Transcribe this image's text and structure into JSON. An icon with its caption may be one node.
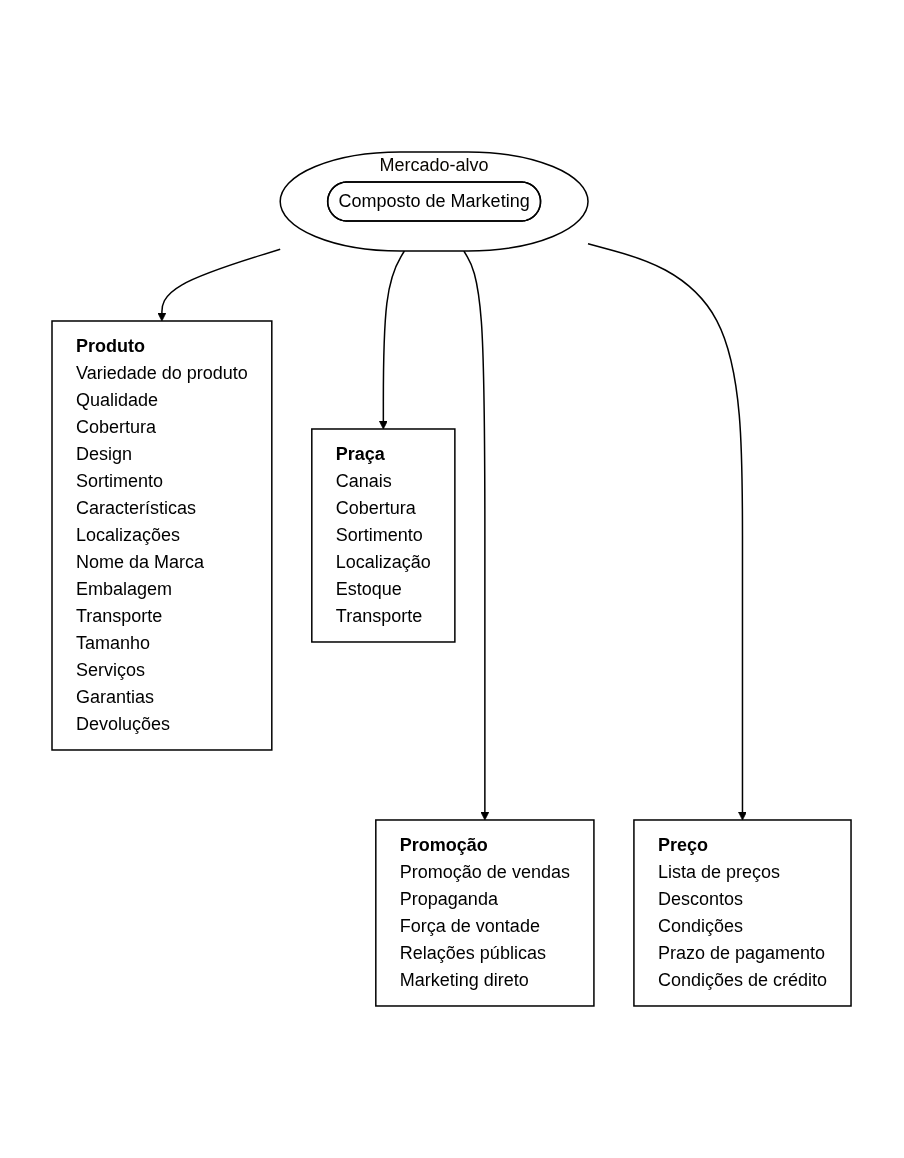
{
  "diagram": {
    "nodes": [
      {
        "text": [
          "Mercado-alvo"
        ]
      },
      {
        "text": [
          "Composto de Marketing"
        ],
        "in": 0
      },
      {
        "text": [
          "Produto",
          "Variedade do produto",
          "Qualidade",
          "Cobertura",
          "Design",
          "Sortimento",
          "Características",
          "Localizações",
          "Nome da Marca",
          "Embalagem",
          "Transporte",
          "Tamanho",
          "Serviços",
          "Garantias",
          "Devoluções"
        ]
      },
      {
        "text": [
          "Praça",
          "Canais",
          "Cobertura",
          "Sortimento",
          "Localização",
          "Estoque",
          "Transporte"
        ]
      },
      {
        "text": [
          "Promoção",
          "Promoção de vendas",
          "Propaganda",
          "Força de vontade",
          "Relações públicas",
          "Marketing direto"
        ]
      },
      {
        "text": [
          "Preço",
          "Lista de preços",
          "Descontos",
          "Condições",
          "Prazo de pagamento",
          "Condições de crédito"
        ]
      }
    ],
    "edges": [
      {
        "from": 0,
        "to": 2,
        "arrow": "to"
      },
      {
        "from": 0,
        "to": 4,
        "arrow": "to"
      },
      {
        "from": 0,
        "to": 5,
        "arrow": "to"
      },
      {
        "from": 0,
        "to": 3,
        "arrow": "to"
      }
    ]
  }
}
